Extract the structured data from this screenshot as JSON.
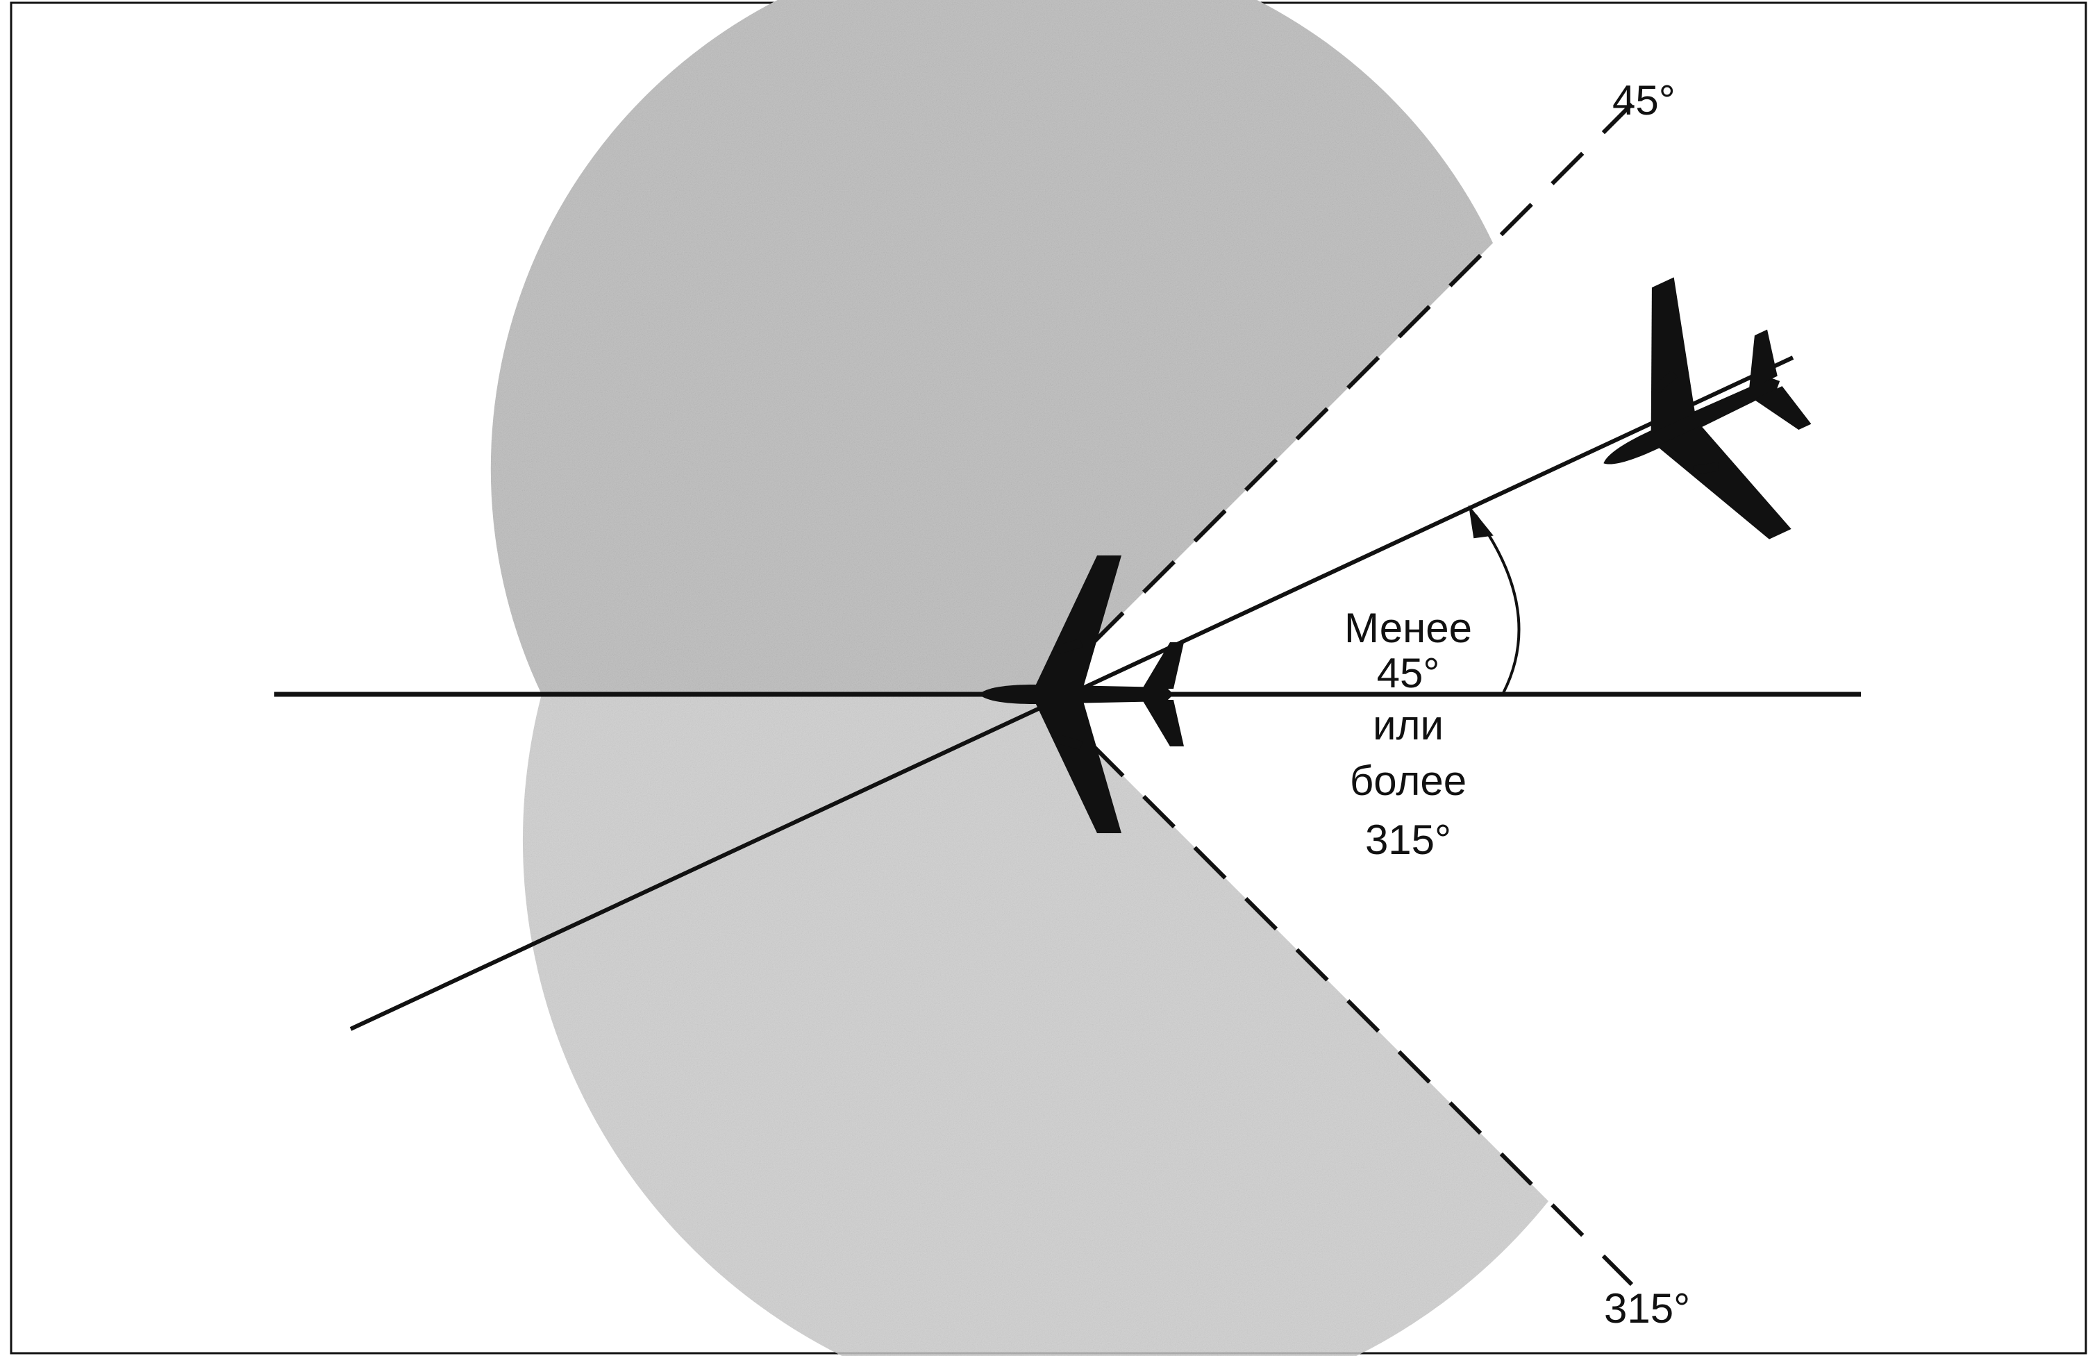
{
  "diagram": {
    "labels": {
      "top_line": "45°",
      "bottom_line": "315°"
    },
    "angle_note": {
      "line1": "Менее",
      "line2": "45°",
      "line3": "или",
      "line4": "более",
      "line5": "315°"
    }
  },
  "colors": {
    "ink": "#111111",
    "shade": "#bdbdbd",
    "background": "#ffffff"
  }
}
